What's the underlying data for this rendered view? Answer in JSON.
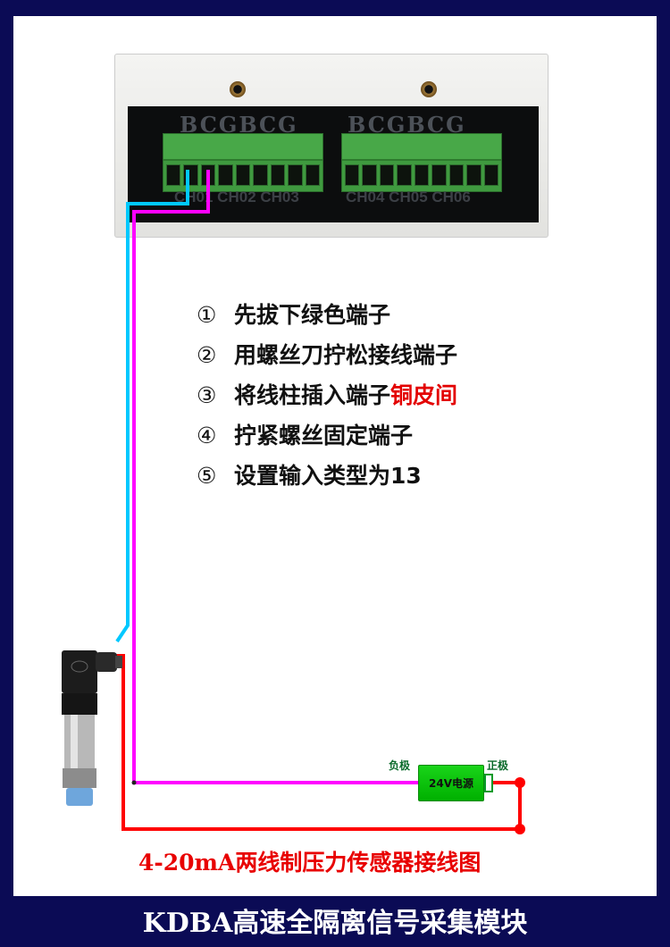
{
  "module": {
    "left_letters": "BCGBCG",
    "right_letters": "BCGBCG",
    "left_channels": "CH01 CH02 CH03",
    "right_channels": "CH04 CH05 CH06"
  },
  "steps": [
    {
      "num": "①",
      "text": "先拔下绿色端子",
      "highlight": ""
    },
    {
      "num": "②",
      "text": "用螺丝刀拧松接线端子",
      "highlight": ""
    },
    {
      "num": "③",
      "text": "将线柱插入端子",
      "highlight": "铜皮间"
    },
    {
      "num": "④",
      "text": "拧紧螺丝固定端子",
      "highlight": ""
    },
    {
      "num": "⑤",
      "text": "设置输入类型为13",
      "highlight": ""
    }
  ],
  "power": {
    "label": "24V电源",
    "negative": "负极",
    "positive": "正极"
  },
  "caption": "4-20mA两线制压力传感器接线图",
  "banner": "KDBA高速全隔离信号采集模块",
  "colors": {
    "frame": "#0b0b55",
    "wire_signal": "#00c8ff",
    "wire_negative": "#ff00ff",
    "wire_positive": "#ff0000",
    "highlight": "#e30000"
  }
}
